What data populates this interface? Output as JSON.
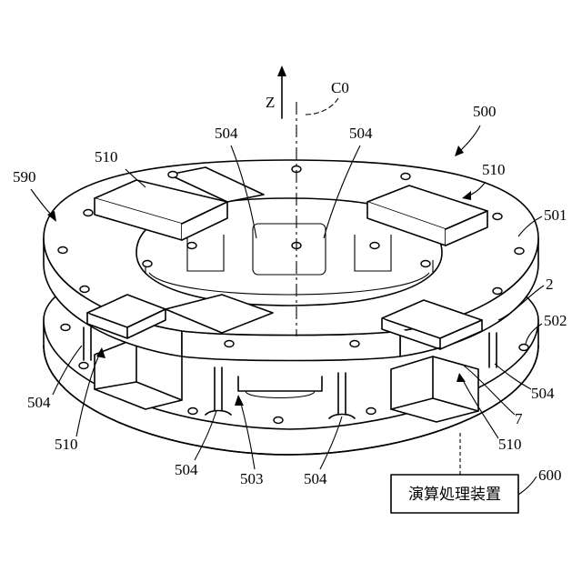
{
  "axis": {
    "z_label": "Z",
    "center_label": "C0"
  },
  "labels": {
    "assembly": "500",
    "upper_plate": "501",
    "lower_plate": "502",
    "base_ring": "503",
    "spacer": "504",
    "load_cell": "510",
    "outer_ring": "590",
    "sensor": "2",
    "block": "7",
    "processor": "600"
  },
  "processor_box": {
    "text": "演算処理装置"
  }
}
